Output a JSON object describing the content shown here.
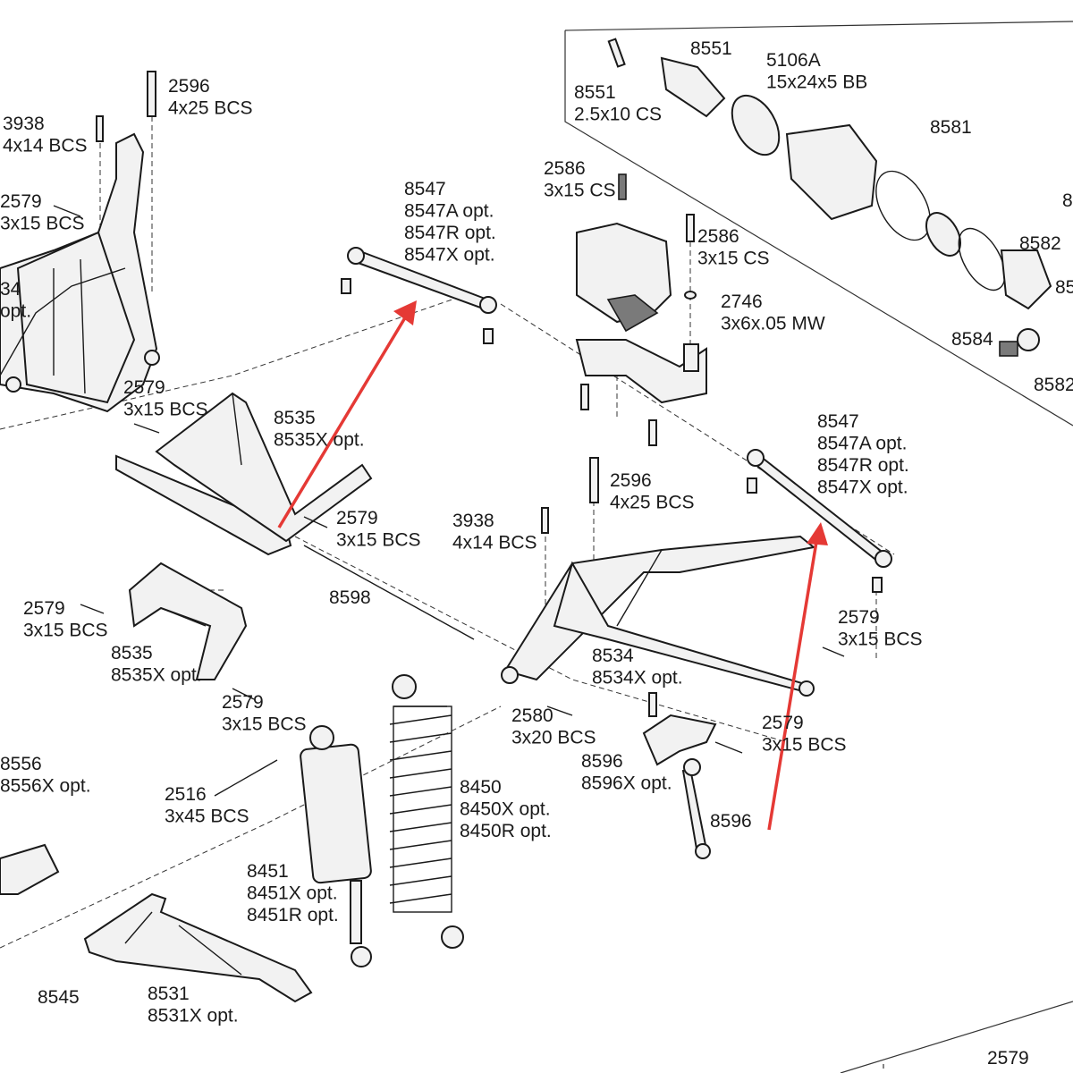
{
  "colors": {
    "line": "#1a1a1a",
    "arrow": "#e53935",
    "background": "#ffffff"
  },
  "callouts": [
    {
      "id": "c2596a",
      "lines": [
        "2596",
        "4x25 BCS"
      ]
    },
    {
      "id": "c3938a",
      "lines": [
        "3938",
        "4x14 BCS"
      ]
    },
    {
      "id": "c2579a",
      "lines": [
        "2579",
        "3x15 BCS"
      ]
    },
    {
      "id": "c34",
      "lines": [
        "34",
        "opt."
      ]
    },
    {
      "id": "c2579b",
      "lines": [
        "2579",
        "3x15 BCS"
      ]
    },
    {
      "id": "c8535a",
      "lines": [
        "8535",
        "8535X opt."
      ]
    },
    {
      "id": "c8547a",
      "lines": [
        "8547",
        "8547A opt.",
        "8547R opt.",
        "8547X opt."
      ]
    },
    {
      "id": "c2579c",
      "lines": [
        "2579",
        "3x15 BCS"
      ]
    },
    {
      "id": "c8598",
      "lines": [
        "8598"
      ]
    },
    {
      "id": "c2579d",
      "lines": [
        "2579",
        "3x15 BCS"
      ]
    },
    {
      "id": "c8535b",
      "lines": [
        "8535",
        "8535X opt."
      ]
    },
    {
      "id": "c2579e",
      "lines": [
        "2579",
        "3x15 BCS"
      ]
    },
    {
      "id": "c8556",
      "lines": [
        "8556",
        "8556X opt."
      ]
    },
    {
      "id": "c2516",
      "lines": [
        "2516",
        "3x45 BCS"
      ]
    },
    {
      "id": "c8451",
      "lines": [
        "8451",
        "8451X opt.",
        "8451R opt."
      ]
    },
    {
      "id": "c8450",
      "lines": [
        "8450",
        "8450X opt.",
        "8450R opt."
      ]
    },
    {
      "id": "c8545",
      "lines": [
        "8545"
      ]
    },
    {
      "id": "c8531",
      "lines": [
        "8531",
        "8531X opt."
      ]
    },
    {
      "id": "c8551a",
      "lines": [
        "8551"
      ]
    },
    {
      "id": "c8551b",
      "lines": [
        "8551",
        "2.5x10 CS"
      ]
    },
    {
      "id": "c5106A",
      "lines": [
        "5106A",
        "15x24x5 BB"
      ]
    },
    {
      "id": "c8581",
      "lines": [
        "8581"
      ]
    },
    {
      "id": "c2586a",
      "lines": [
        "2586",
        "3x15 CS"
      ]
    },
    {
      "id": "c2586b",
      "lines": [
        "2586",
        "3x15 CS"
      ]
    },
    {
      "id": "c2746",
      "lines": [
        "2746",
        "3x6x.05 MW"
      ]
    },
    {
      "id": "c8582a",
      "lines": [
        "8582"
      ]
    },
    {
      "id": "c8584",
      "lines": [
        "8584"
      ]
    },
    {
      "id": "c8582b",
      "lines": [
        "8582"
      ]
    },
    {
      "id": "c85",
      "lines": [
        "85"
      ]
    },
    {
      "id": "c8edge",
      "lines": [
        "8"
      ]
    },
    {
      "id": "c8547b",
      "lines": [
        "8547",
        "8547A opt.",
        "8547R opt.",
        "8547X opt."
      ]
    },
    {
      "id": "c2596b",
      "lines": [
        "2596",
        "4x25 BCS"
      ]
    },
    {
      "id": "c3938b",
      "lines": [
        "3938",
        "4x14 BCS"
      ]
    },
    {
      "id": "c2579f",
      "lines": [
        "2579",
        "3x15 BCS"
      ]
    },
    {
      "id": "c8534",
      "lines": [
        "8534",
        "8534X opt."
      ]
    },
    {
      "id": "c2580",
      "lines": [
        "2580",
        "3x20 BCS"
      ]
    },
    {
      "id": "c2579g",
      "lines": [
        "2579",
        "3x15 BCS"
      ]
    },
    {
      "id": "c8596a",
      "lines": [
        "8596",
        "8596X opt."
      ]
    },
    {
      "id": "c8596b",
      "lines": [
        "8596"
      ]
    },
    {
      "id": "c2579h",
      "lines": [
        "2579"
      ]
    }
  ]
}
